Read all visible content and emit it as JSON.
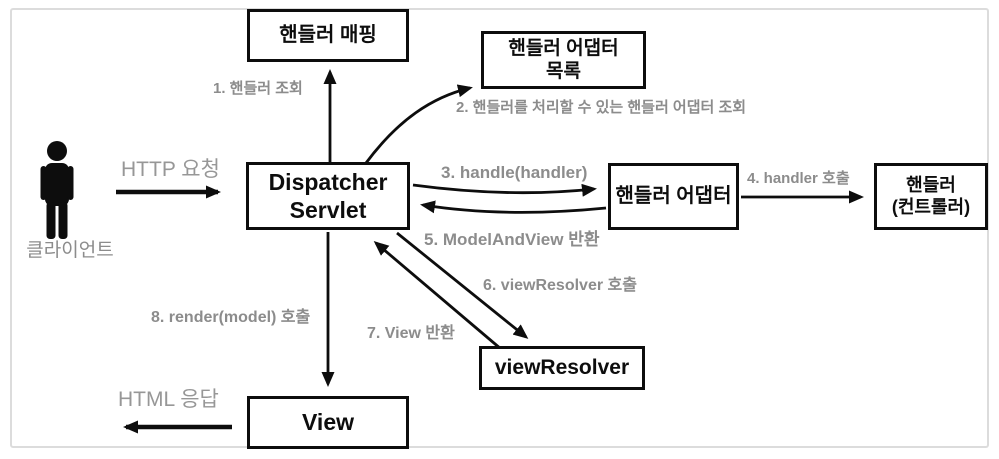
{
  "diagram": {
    "type": "flow-diagram",
    "subject": "Spring MVC DispatcherServlet request flow"
  },
  "colors": {
    "background": "#ffffff",
    "frame_border": "#dcdcdc",
    "box_border": "#0d0d0d",
    "box_text": "#0d0d0d",
    "step_label": "#8c8c8c",
    "io_label": "#979797",
    "arrow": "#0d0d0d"
  },
  "client": {
    "label": "클라이언트",
    "http_request": "HTTP 요청",
    "html_response": "HTML 응답"
  },
  "boxes": {
    "handler_mapping": {
      "label": "핸들러 매핑"
    },
    "handler_adapter_list": {
      "line1": "핸들러 어댑터",
      "line2": "목록"
    },
    "dispatcher_servlet": {
      "line1": "Dispatcher",
      "line2": "Servlet"
    },
    "handler_adapter": {
      "label": "핸들러 어댑터"
    },
    "handler_controller": {
      "line1": "핸들러",
      "line2": "(컨트롤러)"
    },
    "view_resolver": {
      "label": "viewResolver"
    },
    "view": {
      "label": "View"
    }
  },
  "steps": {
    "s1": "1. 핸들러 조회",
    "s2": "2. 핸들러를 처리할 수 있는 핸들러 어댑터 조회",
    "s3": "3. handle(handler)",
    "s4": "4. handler 호출",
    "s5": "5. ModelAndView 반환",
    "s6": "6. viewResolver 호출",
    "s7": "7. View 반환",
    "s8": "8. render(model) 호출"
  }
}
